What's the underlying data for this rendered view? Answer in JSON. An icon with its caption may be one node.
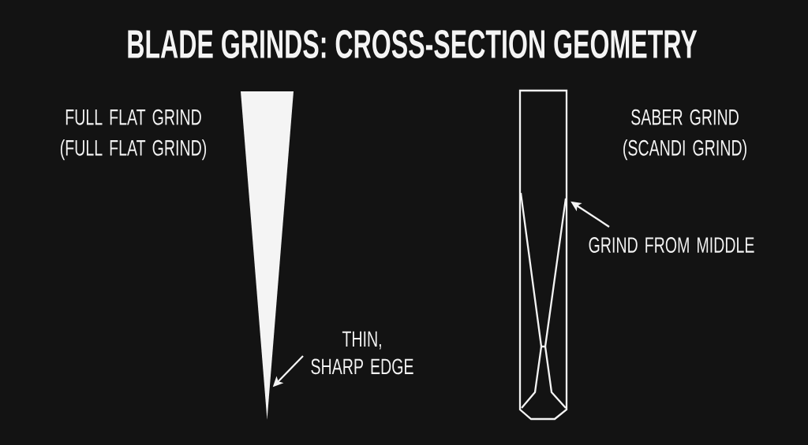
{
  "diagram": {
    "title": "BLADE GRINDS: CROSS-SECTION GEOMETRY",
    "nodes": [
      {
        "text": [],
        "shape": "triangle",
        "beside": [
          "FULL FLAT GRIND (FULL FLAT GRIND)"
        ]
      },
      {
        "text": [
          "THIN, SHARP EDGE"
        ]
      },
      {
        "text": [],
        "shape": "box",
        "beside": [
          "SABER GRIND (SCANDI GRIND)"
        ]
      },
      {
        "text": [
          "GRIND FROM MIDDLE"
        ]
      }
    ],
    "edges": [
      {
        "from": 1,
        "to": 0,
        "arrow": "to"
      },
      {
        "from": 3,
        "to": 2,
        "arrow": "to"
      }
    ]
  }
}
